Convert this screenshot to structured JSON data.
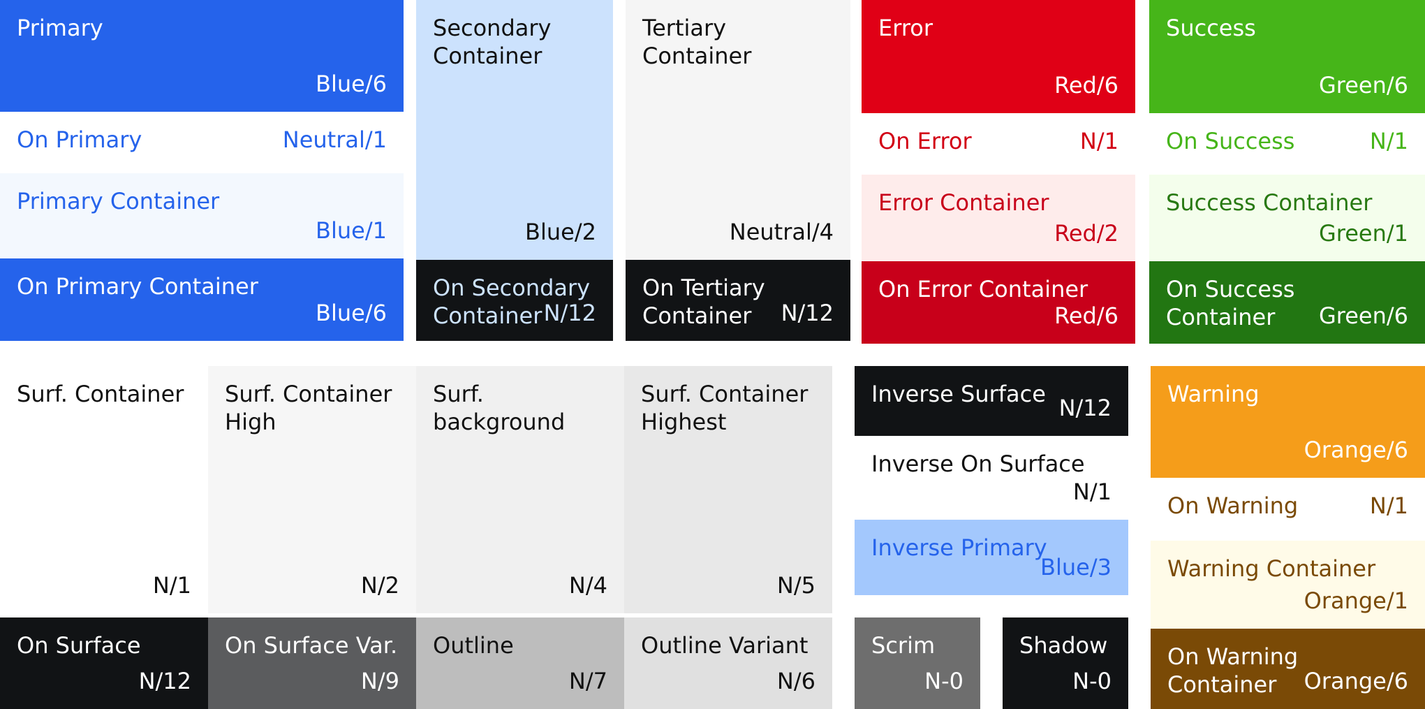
{
  "tiles": [
    {
      "id": "primary",
      "name": "Primary",
      "token": "Blue/6",
      "bg": "#2563EB",
      "fg": "#FFFFFF"
    },
    {
      "id": "on-primary",
      "name": "On Primary",
      "token": "Neutral/1",
      "bg": "#FFFFFF",
      "fg": "#2563EB"
    },
    {
      "id": "primary-container",
      "name": "Primary Container",
      "token": "Blue/1",
      "bg": "#F3F8FE",
      "fg": "#2563EB"
    },
    {
      "id": "on-primary-container",
      "name": "On Primary Container",
      "token": "Blue/6",
      "bg": "#2563EB",
      "fg": "#FFFFFF"
    },
    {
      "id": "secondary-container",
      "name": "Secondary\nContainer",
      "token": "Blue/2",
      "bg": "#CCE2FD",
      "fg": "#111111"
    },
    {
      "id": "on-secondary-container",
      "name": "On Secondary\nContainer",
      "token": "N/12",
      "bg": "#111315",
      "fg": "#CCE2FD"
    },
    {
      "id": "tertiary-container",
      "name": "Tertiary\nContainer",
      "token": "Neutral/4",
      "bg": "#F5F5F5",
      "fg": "#111111"
    },
    {
      "id": "on-tertiary-container",
      "name": "On Tertiary\nContainer",
      "token": "N/12",
      "bg": "#111315",
      "fg": "#FFFFFF"
    },
    {
      "id": "error",
      "name": "Error",
      "token": "Red/6",
      "bg": "#E00016",
      "fg": "#FFFFFF"
    },
    {
      "id": "on-error",
      "name": "On Error",
      "token": "N/1",
      "bg": "#FFFFFF",
      "fg": "#D20014"
    },
    {
      "id": "error-container",
      "name": "Error Container",
      "token": "Red/2",
      "bg": "#FEECEB",
      "fg": "#C8001A"
    },
    {
      "id": "on-error-container",
      "name": "On Error Container",
      "token": "Red/6",
      "bg": "#C8001A",
      "fg": "#FFFFFF"
    },
    {
      "id": "success",
      "name": "Success",
      "token": "Green/6",
      "bg": "#46B519",
      "fg": "#FFFFFF"
    },
    {
      "id": "on-success",
      "name": "On Success",
      "token": "N/1",
      "bg": "#FFFFFF",
      "fg": "#46B519"
    },
    {
      "id": "success-container",
      "name": "Success Container",
      "token": "Green/1",
      "bg": "#F4FEEC",
      "fg": "#287912"
    },
    {
      "id": "on-success-container",
      "name": "On Success Container",
      "token": "Green/6",
      "bg": "#227612",
      "fg": "#FFFFFF"
    },
    {
      "id": "surf-container",
      "name": "Surf. Container",
      "token": "N/1",
      "bg": "#FFFFFF",
      "fg": "#111111"
    },
    {
      "id": "surf-container-high",
      "name": "Surf. Container\nHigh",
      "token": "N/2",
      "bg": "#F6F6F6",
      "fg": "#111111"
    },
    {
      "id": "surf-background",
      "name": "Surf.\nbackground",
      "token": "N/4",
      "bg": "#F0F0F0",
      "fg": "#111111"
    },
    {
      "id": "surf-container-highest",
      "name": "Surf. Container\nHighest",
      "token": "N/5",
      "bg": "#E8E8E8",
      "fg": "#111111"
    },
    {
      "id": "on-surface",
      "name": "On Surface",
      "token": "N/12",
      "bg": "#111315",
      "fg": "#FFFFFF"
    },
    {
      "id": "on-surface-var",
      "name": "On Surface Var.",
      "token": "N/9",
      "bg": "#5B5C5E",
      "fg": "#FFFFFF"
    },
    {
      "id": "outline",
      "name": "Outline",
      "token": "N/7",
      "bg": "#BDBDBD",
      "fg": "#111111"
    },
    {
      "id": "outline-variant",
      "name": "Outline Variant",
      "token": "N/6",
      "bg": "#E0E0E0",
      "fg": "#111111"
    },
    {
      "id": "inverse-surface",
      "name": "Inverse Surface",
      "token": "N/12",
      "bg": "#111315",
      "fg": "#FFFFFF"
    },
    {
      "id": "inverse-on-surface",
      "name": "Inverse On Surface",
      "token": "N/1",
      "bg": "#FFFFFF",
      "fg": "#111111"
    },
    {
      "id": "inverse-primary",
      "name": "Inverse Primary",
      "token": "Blue/3",
      "bg": "#A3C8FD",
      "fg": "#2563EB"
    },
    {
      "id": "scrim",
      "name": "Scrim",
      "token": "N-0",
      "bg": "#6E6E6E",
      "fg": "#FFFFFF"
    },
    {
      "id": "shadow",
      "name": "Shadow",
      "token": "N-0",
      "bg": "#111315",
      "fg": "#FFFFFF"
    },
    {
      "id": "warning",
      "name": "Warning",
      "token": "Orange/6",
      "bg": "#F59D1A",
      "fg": "#FFFFFF"
    },
    {
      "id": "on-warning",
      "name": "On Warning",
      "token": "N/1",
      "bg": "#FFFFFF",
      "fg": "#7A4A06"
    },
    {
      "id": "warning-container",
      "name": "Warning Container",
      "token": "Orange/1",
      "bg": "#FFFBE8",
      "fg": "#7A4A06"
    },
    {
      "id": "on-warning-container",
      "name": "On Warning Container",
      "token": "Orange/6",
      "bg": "#7A4A06",
      "fg": "#FFFFFF"
    }
  ]
}
